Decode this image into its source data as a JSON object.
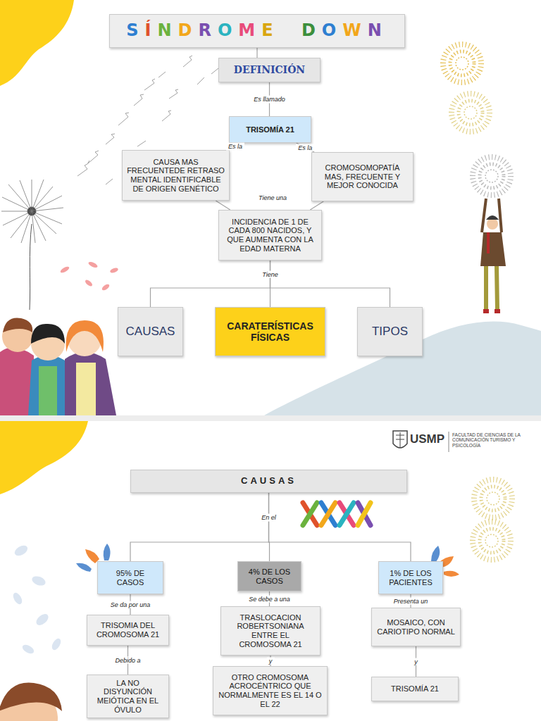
{
  "diagram": {
    "nodes": [
      {
        "text": [
          "SÍNDROME DOWN"
        ]
      },
      {
        "text": [
          "DEFINICIÓN"
        ]
      },
      {
        "text": [
          "TRISOMÍA 21"
        ]
      },
      {
        "text": [
          "CAUSA MAS FRECUENTEDE RETRASO MENTAL IDENTIFICABLE DE ORIGEN GENÉTICO"
        ]
      },
      {
        "text": [
          "CROMOSOMOPATÍA MAS, FRECUENTE Y MEJOR CONOCIDA"
        ]
      },
      {
        "text": [
          "INCIDENCIA DE 1 DE CADA 800 NACIDOS, Y QUE AUMENTA CON LA EDAD MATERNA"
        ]
      },
      {
        "text": [
          "CAUSAS"
        ]
      },
      {
        "text": [
          "CARATERÍSTICAS FÍSICAS"
        ]
      },
      {
        "text": [
          "TIPOS"
        ]
      },
      {
        "text": [
          "CAUSAS"
        ]
      },
      {
        "text": [
          "95% DE CASOS"
        ]
      },
      {
        "text": [
          "4% DE LOS CASOS"
        ]
      },
      {
        "text": [
          "1% DE LOS PACIENTES"
        ]
      },
      {
        "text": [
          "TRISOMIA DEL CROMOSOMA 21"
        ]
      },
      {
        "text": [
          "TRASLOCACION ROBERTSONIANA ENTRE EL CROMOSOMA 21"
        ]
      },
      {
        "text": [
          "MOSAICO, CON CARIOTIPO NORMAL"
        ]
      },
      {
        "text": [
          "LA NO DISYUNCIÓN MEIÓTICA EN EL ÓVULO"
        ]
      },
      {
        "text": [
          "OTRO CROMOSOMA ACROCÉNTRICO QUE NORMALMENTE ES EL 14 O EL 22"
        ]
      },
      {
        "text": [
          "TRISOMÍA 21"
        ]
      }
    ],
    "edges": [
      {
        "from": 0,
        "to": 1,
        "arrow": "none"
      },
      {
        "from": 1,
        "to": 2,
        "label": "Es llamado",
        "arrow": "none"
      },
      {
        "from": 2,
        "to": 3,
        "label": "Es la",
        "arrow": "none"
      },
      {
        "from": 2,
        "to": 4,
        "label": "Es la",
        "arrow": "none"
      },
      {
        "from": 3,
        "to": 5,
        "arrow": "none"
      },
      {
        "from": 4,
        "to": 5,
        "arrow": "none"
      },
      {
        "from": 5,
        "to": 6,
        "arrow": "none"
      },
      {
        "from": 5,
        "to": 7,
        "label": "Tiene",
        "arrow": "none"
      },
      {
        "from": 5,
        "to": 8,
        "arrow": "none"
      },
      {
        "from": 9,
        "to": 10,
        "arrow": "none"
      },
      {
        "from": 9,
        "to": 11,
        "label": "En el",
        "arrow": "none"
      },
      {
        "from": 9,
        "to": 12,
        "arrow": "none"
      },
      {
        "from": 10,
        "to": 13,
        "label": "Se da por una",
        "arrow": "none"
      },
      {
        "from": 11,
        "to": 14,
        "label": "Se debe a una",
        "arrow": "none"
      },
      {
        "from": 12,
        "to": 15,
        "label": "Presenta un",
        "arrow": "none"
      },
      {
        "from": 13,
        "to": 16,
        "label": "Debido a",
        "arrow": "none"
      },
      {
        "from": 14,
        "to": 17,
        "label": "y",
        "arrow": "none"
      },
      {
        "from": 15,
        "to": 18,
        "label": "y",
        "arrow": "none"
      }
    ],
    "labels": [
      "Tiene una",
      "USMP",
      "FACULTAD DE CIENCIAS DE LA COMUNICACIÓN TURISMO Y PSICOLOGÍA"
    ]
  }
}
